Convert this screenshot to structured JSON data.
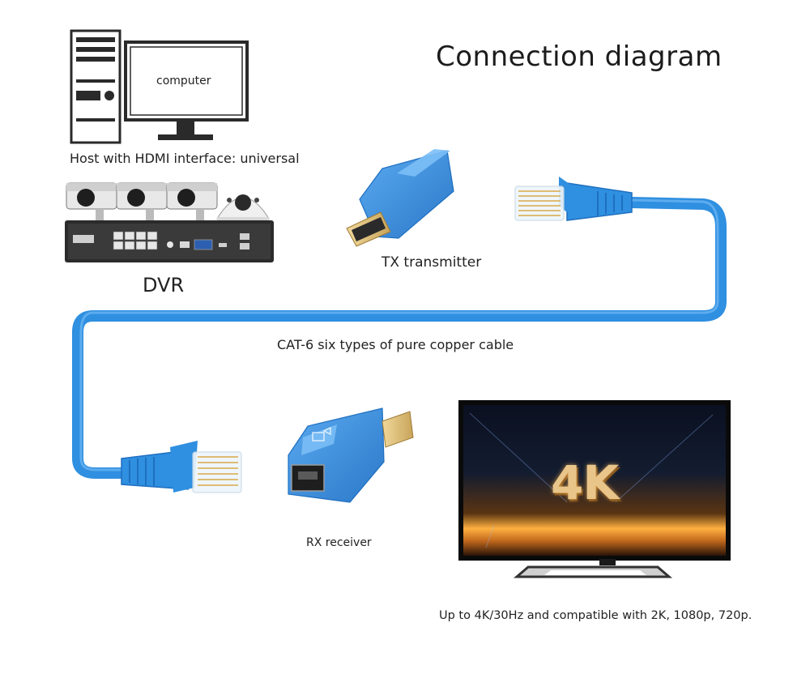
{
  "title": "Connection diagram",
  "labels": {
    "computer": "computer",
    "host": "Host with HDMI interface: universal",
    "dvr": "DVR",
    "tx": "TX transmitter",
    "cable": "CAT-6 six types of pure copper cable",
    "rx": "RX receiver",
    "compat": "Up to 4K/30Hz and compatible with 2K, 1080p, 720p."
  },
  "tv": {
    "badge": "4K"
  },
  "colors": {
    "cable": "#2f8fe0",
    "cable_dark": "#1f6fc0",
    "adapter": "#3d90de",
    "tv_glow": "#ff9a2e"
  }
}
